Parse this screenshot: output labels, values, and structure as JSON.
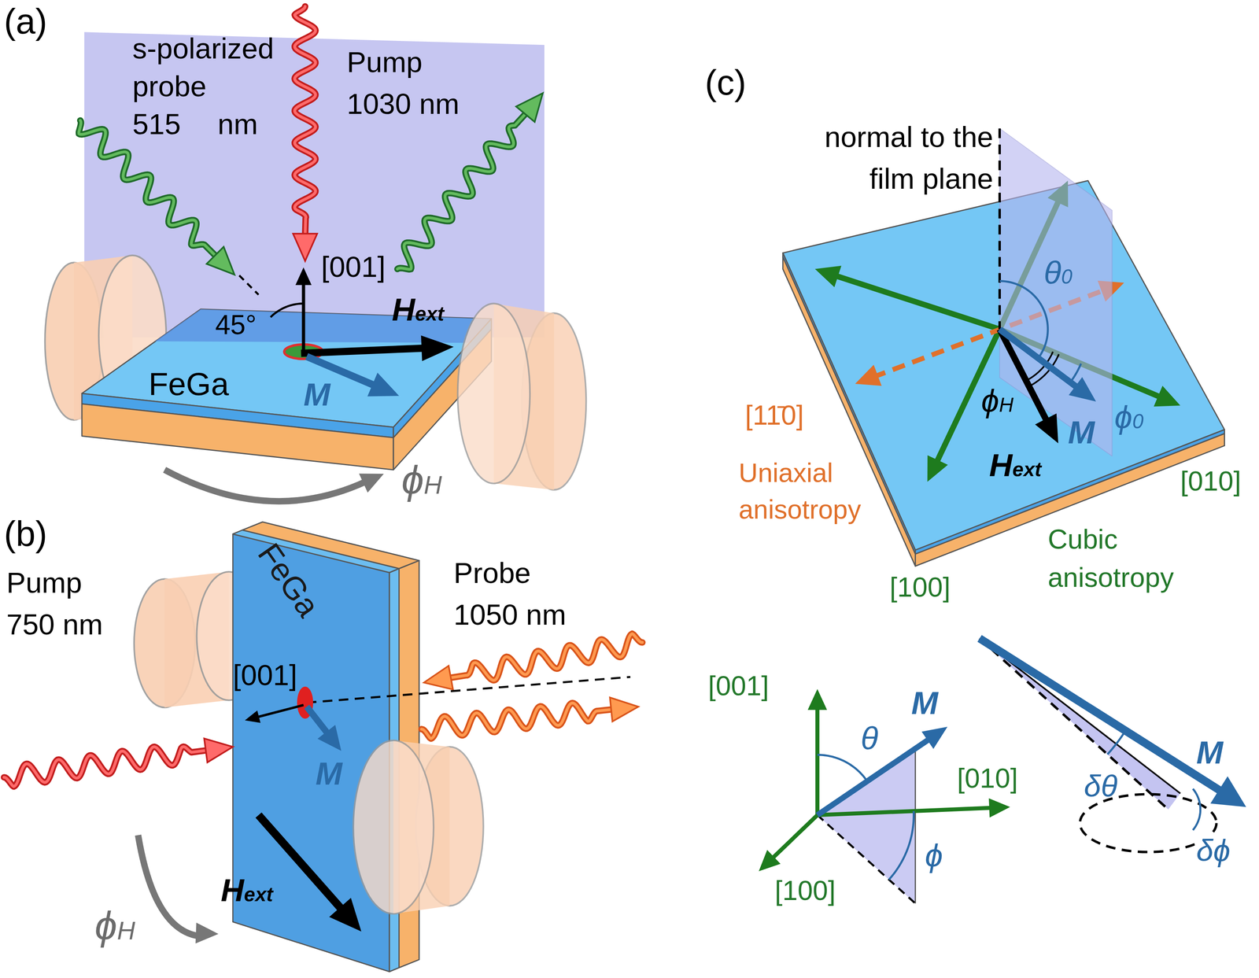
{
  "diagram": {
    "labels": [
      "(a)",
      "s-polarized probe 515 nm",
      "Pump 1030 nm",
      "[001]",
      "45°",
      "FeGa",
      "Hext",
      "M",
      "ϕH",
      "(b)",
      "Pump 750 nm",
      "FeGa",
      "Probe 1050 nm",
      "[001]",
      "M",
      "Hext",
      "ϕH",
      "(c)",
      "normal to the film plane",
      "θ0",
      "ϕH",
      "M",
      "ϕ0",
      "Hext",
      "[11̄0]",
      "Uniaxial anisotropy",
      "[010]",
      "[100]",
      "Cubic anisotropy",
      "[001]",
      "θ",
      "M",
      "[010]",
      "ϕ",
      "[100]",
      "δθ",
      "M",
      "δϕ"
    ]
  }
}
